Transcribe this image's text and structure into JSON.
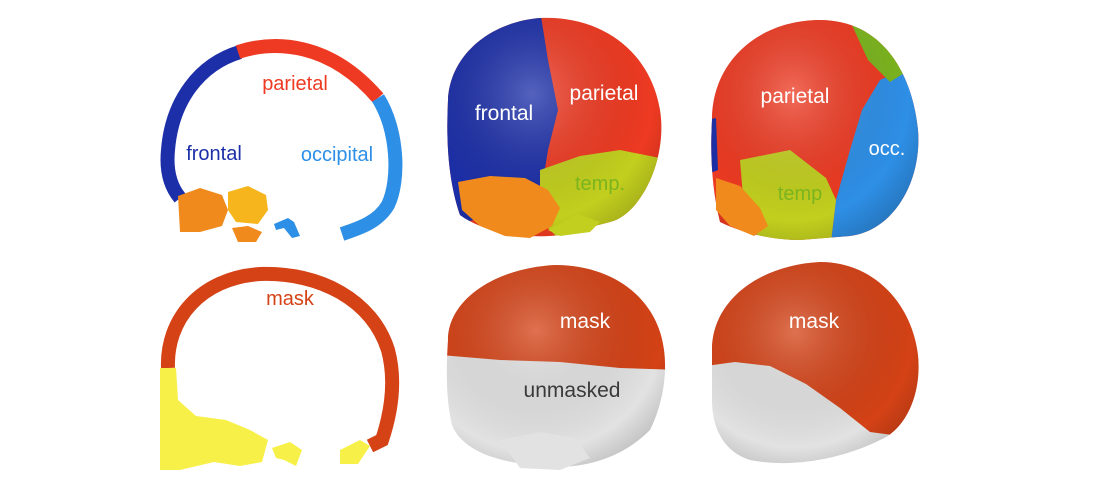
{
  "colors": {
    "frontal": "#1c2fa8",
    "parietal": "#ee3a22",
    "occipital": "#2e8fe6",
    "temporal": "#c2cf1e",
    "orange": "#f08a1c",
    "light_orange": "#f6b51c",
    "mask": "#d44216",
    "unmasked": "#e2e2e2",
    "yellow": "#f7f048",
    "green": "#7bb41e"
  },
  "top_row": {
    "slice": {
      "parietal": "parietal",
      "frontal": "frontal",
      "occipital": "occipital"
    },
    "render_front": {
      "frontal": "frontal",
      "parietal": "parietal",
      "temporal": "temp."
    },
    "render_back": {
      "parietal": "parietal",
      "occipital": "occ.",
      "temporal": "temp"
    }
  },
  "bottom_row": {
    "slice": {
      "mask": "mask"
    },
    "render_front": {
      "mask": "mask",
      "unmasked": "unmasked"
    },
    "render_back": {
      "mask": "mask"
    }
  }
}
